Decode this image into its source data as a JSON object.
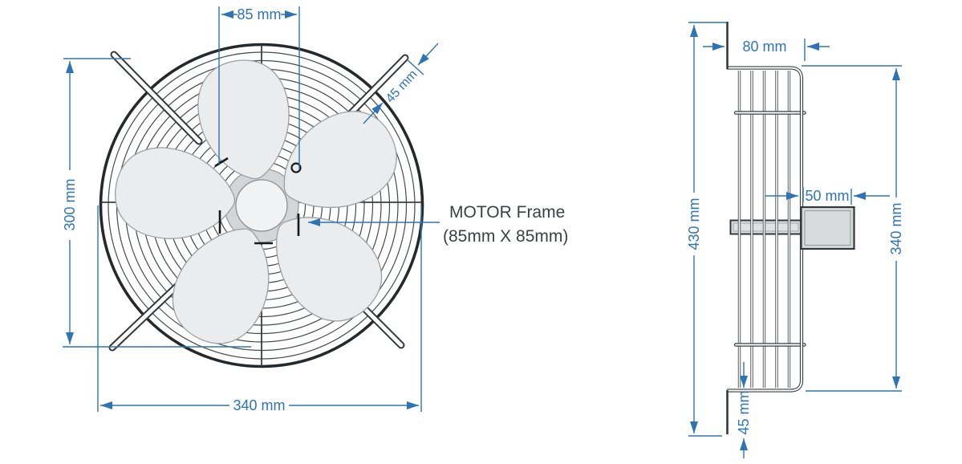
{
  "front_view": {
    "dim_motor_frame_width": "85 mm",
    "dim_mount_height": "300 mm",
    "dim_overall_width": "340 mm",
    "dim_bracket": "45 mm",
    "annotation": {
      "line1": "MOTOR Frame",
      "line2": "(85mm X 85mm)"
    }
  },
  "side_view": {
    "dim_depth": "80 mm",
    "dim_overall_height": "430 mm",
    "dim_body_height": "340 mm",
    "dim_motor_protrusion": "50 mm",
    "dim_flange": "45 mm"
  },
  "colors": {
    "dimension_blue": "#2e74b5",
    "drawing_dark": "#33373a",
    "blade_fill": "#eaecee",
    "hub_fill": "#f0f2f3",
    "spider_fill": "#d3d6d8",
    "metal_fill": "#d8dbdc",
    "background": "#ffffff"
  }
}
